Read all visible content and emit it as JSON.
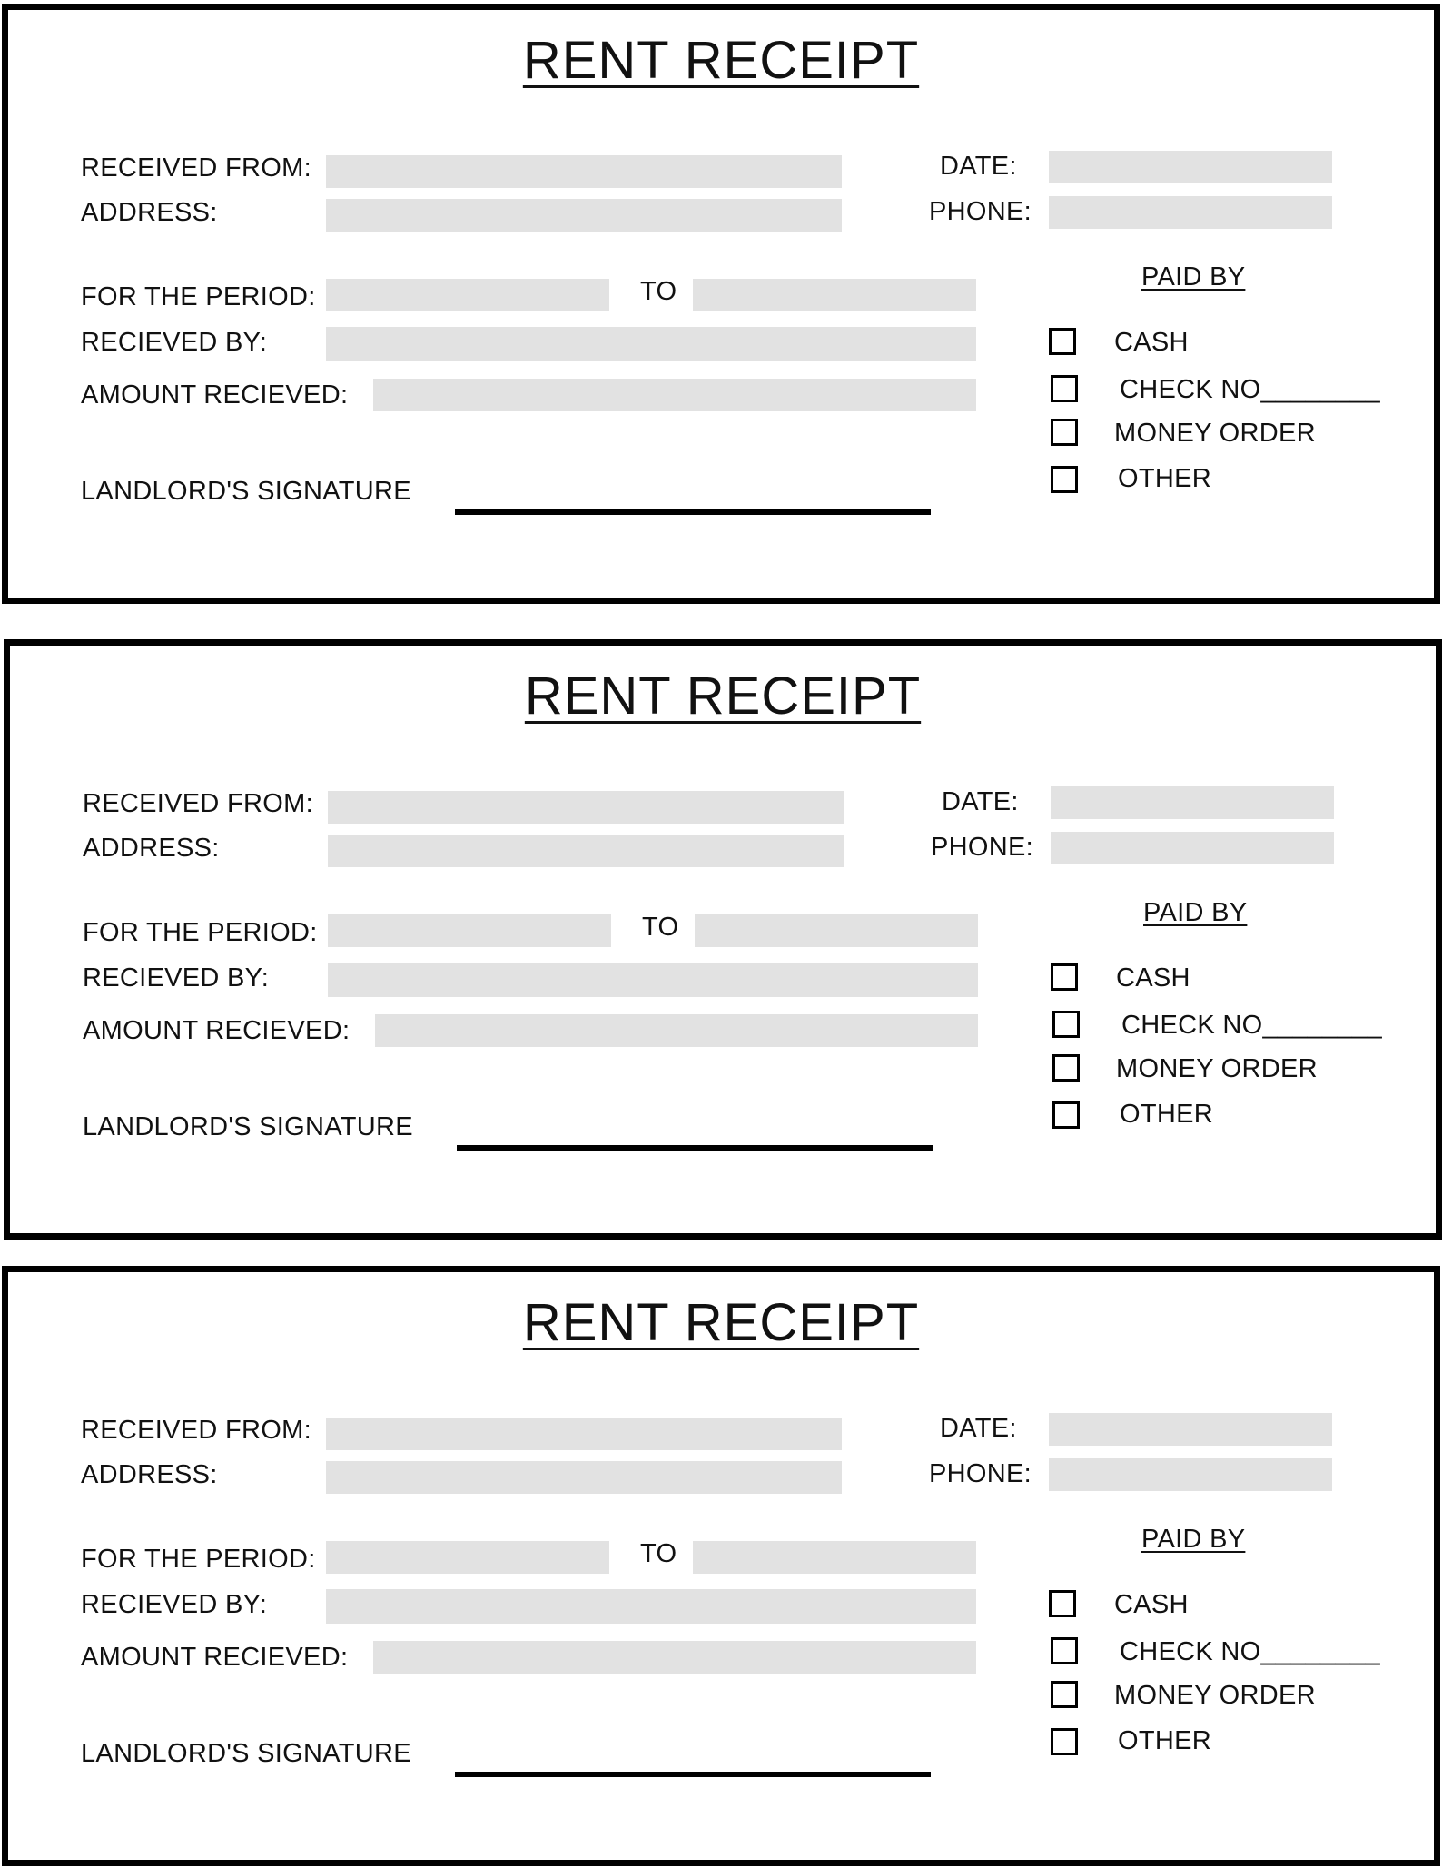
{
  "receipts": [
    {
      "title": "RENT RECEIPT",
      "received_from_label": "RECEIVED FROM:",
      "address_label": "ADDRESS:",
      "date_label": "DATE:",
      "phone_label": "PHONE:",
      "period_label": "FOR THE PERIOD:",
      "to_label": "TO",
      "received_by_label": "RECIEVED BY:",
      "amount_label": "AMOUNT RECIEVED:",
      "signature_label": "LANDLORD'S SIGNATURE",
      "paid_by_label": "PAID BY",
      "options": [
        "CASH",
        "CHECK NO________",
        "MONEY ORDER",
        "OTHER"
      ]
    },
    {
      "title": "RENT RECEIPT",
      "received_from_label": "RECEIVED FROM:",
      "address_label": "ADDRESS:",
      "date_label": "DATE:",
      "phone_label": "PHONE:",
      "period_label": "FOR THE PERIOD:",
      "to_label": "TO",
      "received_by_label": "RECIEVED BY:",
      "amount_label": "AMOUNT RECIEVED:",
      "signature_label": "LANDLORD'S SIGNATURE",
      "paid_by_label": "PAID BY",
      "options": [
        "CASH",
        "CHECK NO________",
        "MONEY ORDER",
        "OTHER"
      ]
    },
    {
      "title": "RENT RECEIPT",
      "received_from_label": "RECEIVED FROM:",
      "address_label": "ADDRESS:",
      "date_label": "DATE:",
      "phone_label": "PHONE:",
      "period_label": "FOR THE PERIOD:",
      "to_label": "TO",
      "received_by_label": "RECIEVED BY:",
      "amount_label": "AMOUNT RECIEVED:",
      "signature_label": "LANDLORD'S SIGNATURE",
      "paid_by_label": "PAID BY",
      "options": [
        "CASH",
        "CHECK NO________",
        "MONEY ORDER",
        "OTHER"
      ]
    }
  ]
}
